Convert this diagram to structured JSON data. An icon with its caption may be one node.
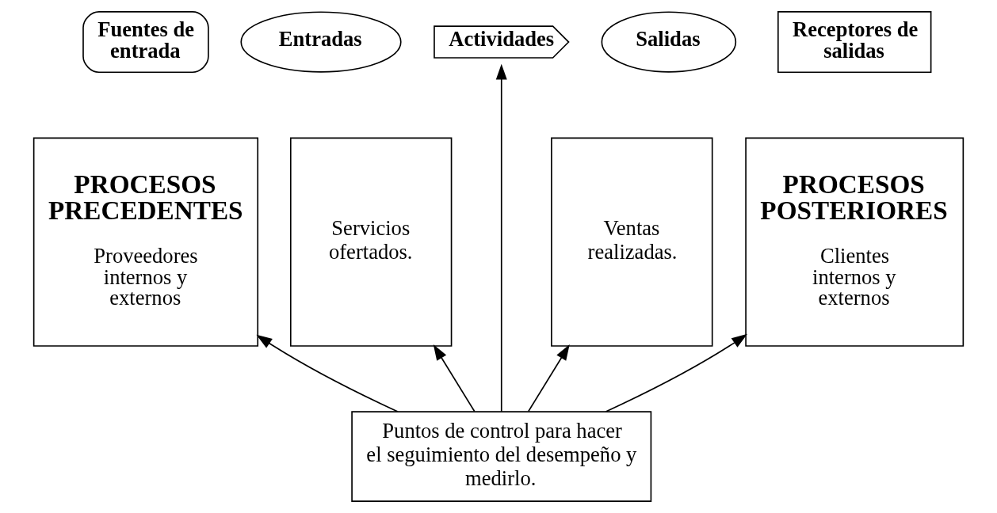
{
  "diagram": {
    "nodes": [
      {
        "text": [
          "Fuentes de entrada"
        ]
      },
      {
        "text": [
          "PROCESOS PRECEDENTES",
          "Proveedores internos y externos"
        ]
      },
      {
        "text": [
          "Entradas"
        ]
      },
      {
        "text": [
          "Servicios ofertados."
        ]
      },
      {
        "text": [
          "Actividades"
        ]
      },
      {
        "text": [
          "Salidas"
        ]
      },
      {
        "text": [
          "Ventas realizadas."
        ]
      },
      {
        "text": [
          "Receptores de salidas"
        ]
      },
      {
        "text": [
          "PROCESOS POSTERIORES",
          "Clientes internos y externos"
        ]
      },
      {
        "text": [
          "Puntos de control para hacer el seguimiento del desempeño y medirlo."
        ]
      }
    ],
    "edges": [
      {
        "from": 9,
        "to": 1,
        "arrow": "to"
      },
      {
        "from": 9,
        "to": 3,
        "arrow": "to"
      },
      {
        "from": 9,
        "to": 4,
        "arrow": "to"
      },
      {
        "from": 9,
        "to": 6,
        "arrow": "to"
      },
      {
        "from": 9,
        "to": 8,
        "arrow": "to"
      }
    ]
  }
}
